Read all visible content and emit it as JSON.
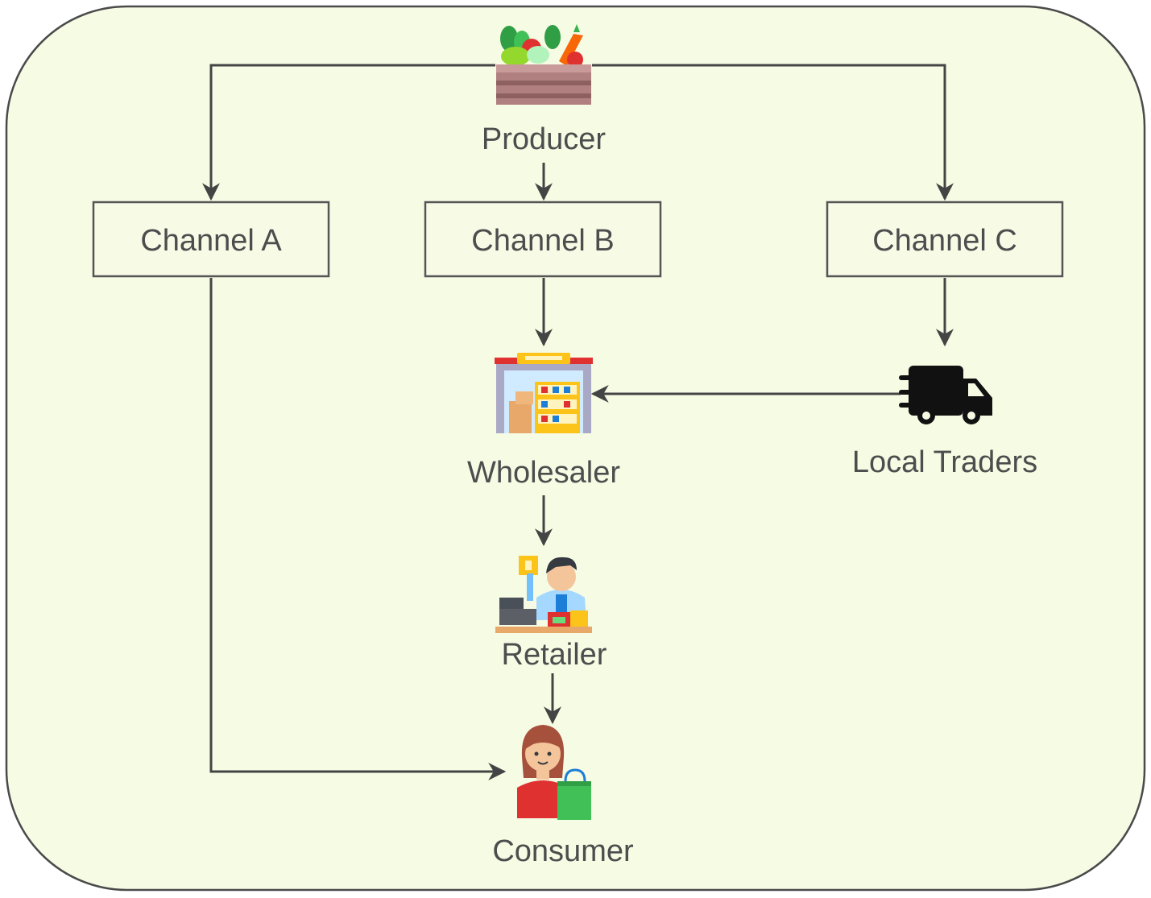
{
  "colors": {
    "background": "#f6fbe4",
    "frame_stroke": "#4a4a4a",
    "box_stroke": "#555555",
    "text": "#4d4d4d",
    "edge": "#444444"
  },
  "nodes": {
    "producer": {
      "label": "Producer",
      "icon": "vegetable-crate-icon"
    },
    "channel_a": {
      "label": "Channel A"
    },
    "channel_b": {
      "label": "Channel B"
    },
    "channel_c": {
      "label": "Channel C"
    },
    "wholesaler": {
      "label": "Wholesaler",
      "icon": "warehouse-icon"
    },
    "local_traders": {
      "label": "Local Traders",
      "icon": "delivery-truck-icon"
    },
    "retailer": {
      "label": "Retailer",
      "icon": "shopkeeper-icon"
    },
    "consumer": {
      "label": "Consumer",
      "icon": "shopper-icon"
    }
  },
  "edges": [
    {
      "from": "producer",
      "to": "channel_a"
    },
    {
      "from": "producer",
      "to": "channel_b"
    },
    {
      "from": "producer",
      "to": "channel_c"
    },
    {
      "from": "channel_a",
      "to": "consumer"
    },
    {
      "from": "channel_b",
      "to": "wholesaler"
    },
    {
      "from": "channel_c",
      "to": "local_traders"
    },
    {
      "from": "local_traders",
      "to": "wholesaler"
    },
    {
      "from": "wholesaler",
      "to": "retailer"
    },
    {
      "from": "retailer",
      "to": "consumer"
    }
  ]
}
